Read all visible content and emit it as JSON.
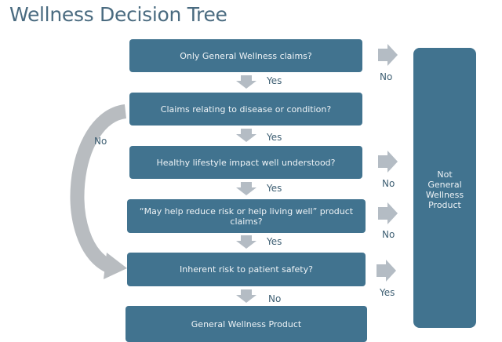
{
  "title": "Wellness Decision Tree",
  "questions": [
    "Only General Wellness  claims?",
    "Claims relating to disease or condition?",
    "Healthy lifestyle  impact well understood?",
    "“May help reduce risk or help living well” product claims?",
    "Inherent risk to patient safety?"
  ],
  "outcome_yes": "General Wellness Product",
  "outcome_no": "Not General Wellness Product",
  "down_labels": [
    "Yes",
    "Yes",
    "Yes",
    "Yes",
    "No"
  ],
  "right_labels": [
    "No",
    "No",
    "No",
    "Yes"
  ],
  "curve_label": "No",
  "colors": {
    "box": "#41738f",
    "arrow": "#b4bcc4",
    "text": "#3e5f73"
  }
}
